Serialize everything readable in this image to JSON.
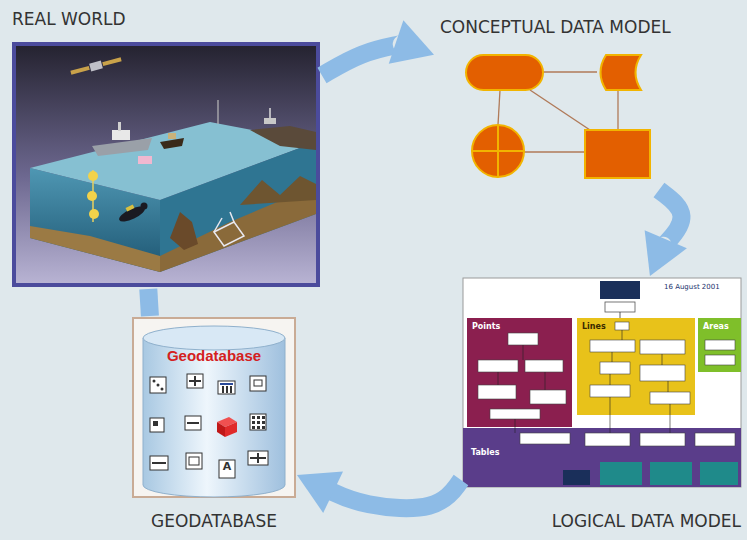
{
  "diagram": {
    "nodes": [
      {
        "text": [
          "REAL WORLD"
        ]
      },
      {
        "text": [
          "CONCEPTUAL DATA MODEL"
        ]
      },
      {
        "text": [
          "LOGICAL DATA MODEL"
        ]
      },
      {
        "text": [
          "Points"
        ],
        "in": 2
      },
      {
        "text": [
          "Lines"
        ],
        "in": 2
      },
      {
        "text": [
          "Areas"
        ],
        "in": 2
      },
      {
        "text": [
          "Tables"
        ],
        "in": 2
      },
      {
        "text": [
          "Geodatabase",
          "GEODATABASE"
        ]
      }
    ],
    "edges": [
      {
        "from": 0,
        "to": 1,
        "arrow": "to"
      },
      {
        "from": 1,
        "to": 2,
        "arrow": "to"
      },
      {
        "from": 2,
        "to": 7,
        "arrow": "to"
      },
      {
        "from": 7,
        "to": 0,
        "arrow": "none"
      }
    ],
    "labels": [
      "16 August 2001",
      "A"
    ]
  }
}
